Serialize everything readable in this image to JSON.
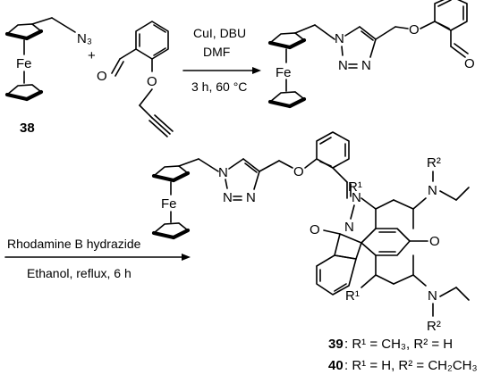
{
  "reaction1": {
    "conditions_top": "CuI, DBU",
    "solvent": "DMF",
    "conditions_bottom": "3 h, 60 °C",
    "plus": "+"
  },
  "reaction2": {
    "reagent": "Rhodamine B hydrazide",
    "conditions": "Ethanol, reflux, 6 h"
  },
  "atoms": {
    "fe": "Fe",
    "n": "N",
    "o": "O",
    "azide": "N₃",
    "r1": "R¹",
    "r2": "R²"
  },
  "compounds": {
    "start": "38",
    "product_a_id": "39",
    "product_a_desc": ": R¹ = CH₃, R² = H",
    "product_b_id": "40",
    "product_b_desc": ": R¹ = H, R² = CH₂CH₃"
  }
}
